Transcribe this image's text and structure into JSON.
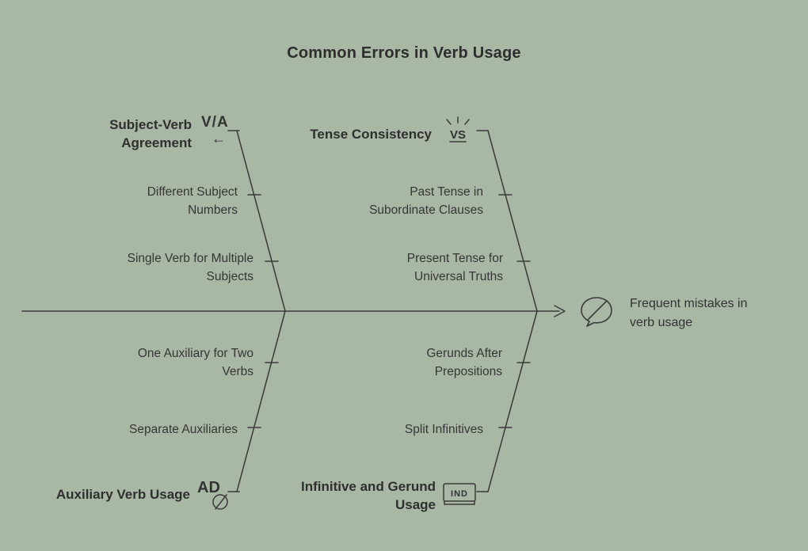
{
  "title": "Common Errors in Verb Usage",
  "effect": {
    "label": "Frequent mistakes in verb usage"
  },
  "branches": {
    "top_left": {
      "category": "Subject-Verb Agreement",
      "items": [
        "Different Subject Numbers",
        "Single Verb for Multiple Subjects"
      ]
    },
    "top_right": {
      "category": "Tense Consistency",
      "items": [
        "Past Tense in Subordinate Clauses",
        "Present Tense for Universal Truths"
      ]
    },
    "bottom_left": {
      "category": "Auxiliary Verb Usage",
      "items": [
        "One Auxiliary for Two Verbs",
        "Separate Auxiliaries"
      ]
    },
    "bottom_right": {
      "category": "Infinitive and Gerund Usage",
      "items": [
        "Gerunds After Prepositions",
        "Split Infinitives"
      ]
    }
  },
  "icons": {
    "subject_verb_label": "V/A",
    "subject_verb_arrow": "←",
    "tense_label": "VS",
    "auxiliary_label": "AD",
    "infinitive_label": "IND"
  },
  "colors": {
    "background": "#a9b7a5",
    "line": "#3a3a3a",
    "text": "#333333"
  }
}
